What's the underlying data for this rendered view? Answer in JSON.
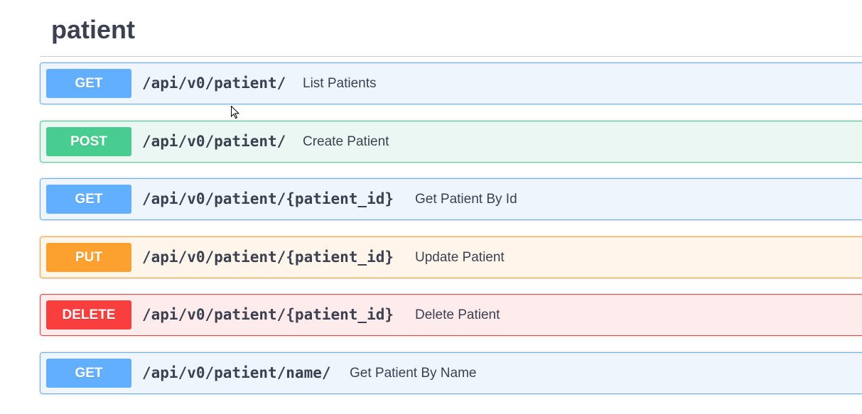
{
  "section": {
    "title": "patient"
  },
  "operations": [
    {
      "method": "GET",
      "path": "/api/v0/patient/",
      "summary": "List Patients"
    },
    {
      "method": "POST",
      "path": "/api/v0/patient/",
      "summary": "Create Patient"
    },
    {
      "method": "GET",
      "path": "/api/v0/patient/{patient_id}",
      "summary": "Get Patient By Id"
    },
    {
      "method": "PUT",
      "path": "/api/v0/patient/{patient_id}",
      "summary": "Update Patient"
    },
    {
      "method": "DELETE",
      "path": "/api/v0/patient/{patient_id}",
      "summary": "Delete Patient"
    },
    {
      "method": "GET",
      "path": "/api/v0/patient/name/",
      "summary": "Get Patient By Name"
    }
  ],
  "colors": {
    "get": "#61affe",
    "post": "#49cc90",
    "put": "#fca130",
    "delete": "#f93e3e",
    "text": "#3b4151"
  }
}
